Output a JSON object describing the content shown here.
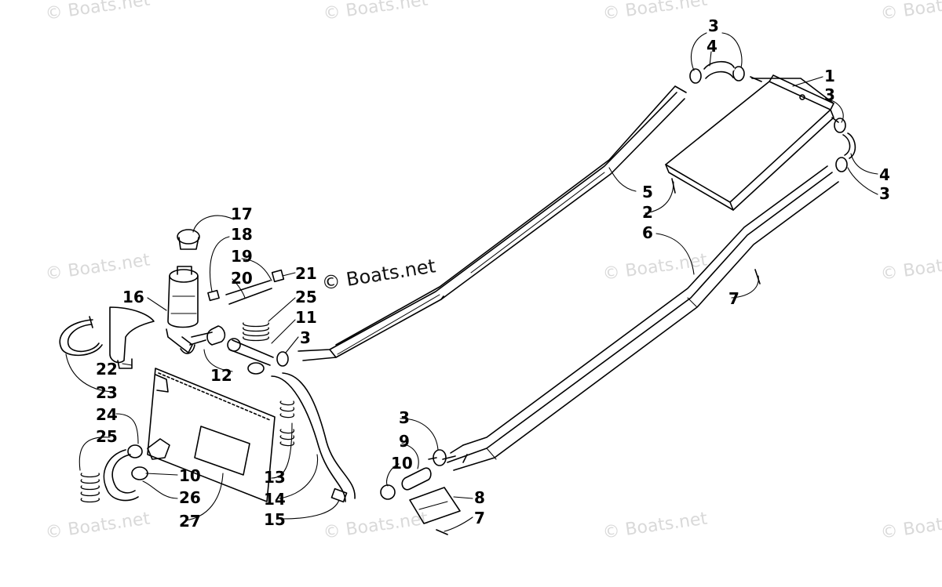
{
  "watermark": {
    "text": "© Boats.net"
  },
  "center_watermark": {
    "text": "© Boats.net"
  },
  "callouts": {
    "c1": "1",
    "c2": "2",
    "c3a": "3",
    "c3b": "3",
    "c3c": "3",
    "c3d": "3",
    "c3e": "3",
    "c4a": "4",
    "c4b": "4",
    "c5": "5",
    "c6": "6",
    "c7a": "7",
    "c7b": "7",
    "c8": "8",
    "c9": "9",
    "c10a": "10",
    "c10b": "10",
    "c11": "11",
    "c12": "12",
    "c13": "13",
    "c14": "14",
    "c15": "15",
    "c16": "16",
    "c17": "17",
    "c18": "18",
    "c19": "19",
    "c20": "20",
    "c21": "21",
    "c22": "22",
    "c23": "23",
    "c24": "24",
    "c25a": "25",
    "c25b": "25",
    "c26": "26",
    "c27": "27"
  }
}
